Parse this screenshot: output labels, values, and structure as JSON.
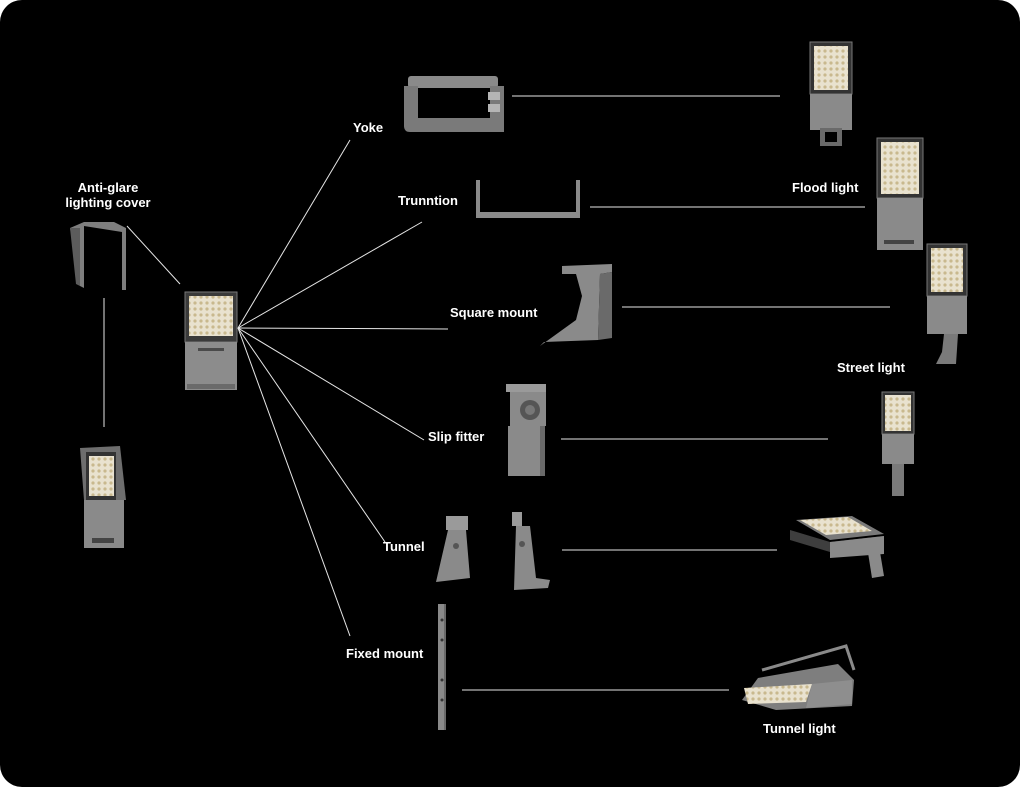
{
  "labels": {
    "anti_glare_line1": "Anti-glare",
    "anti_glare_line2": "lighting cover",
    "yoke": "Yoke",
    "trunntion": "Trunntion",
    "square_mount": "Square mount",
    "slip_fitter": "Slip fitter",
    "tunnel": "Tunnel",
    "fixed_mount": "Fixed mount",
    "flood_light": "Flood light",
    "street_light": "Street light",
    "tunnel_light": "Tunnel light"
  },
  "colors": {
    "background": "#000000",
    "text": "#ffffff",
    "connector": "#e6e6e6",
    "metal": "#8a8a8a",
    "metal_dark": "#5a5a5a",
    "led_panel": "#e9e2cf"
  },
  "icons": {
    "anti_glare_cover": "anti-glare-cover-icon",
    "center_fixture": "flood-fixture-icon",
    "covered_fixture": "covered-fixture-icon",
    "yoke": "yoke-bracket-icon",
    "trunntion": "trunnion-bracket-icon",
    "square_mount": "square-mount-icon",
    "slip_fitter": "slip-fitter-icon",
    "tunnel_brackets": "tunnel-bracket-icon",
    "fixed_mount": "fixed-mount-icon",
    "flood_light_yoke": "flood-light-yoke-icon",
    "flood_light_trunnion": "flood-light-trunnion-icon",
    "street_light": "street-light-icon",
    "slip_fitter_light": "slip-fitter-light-icon",
    "tunnel_light_bracket": "tunnel-light-bracket-icon",
    "tunnel_light": "tunnel-light-icon"
  }
}
